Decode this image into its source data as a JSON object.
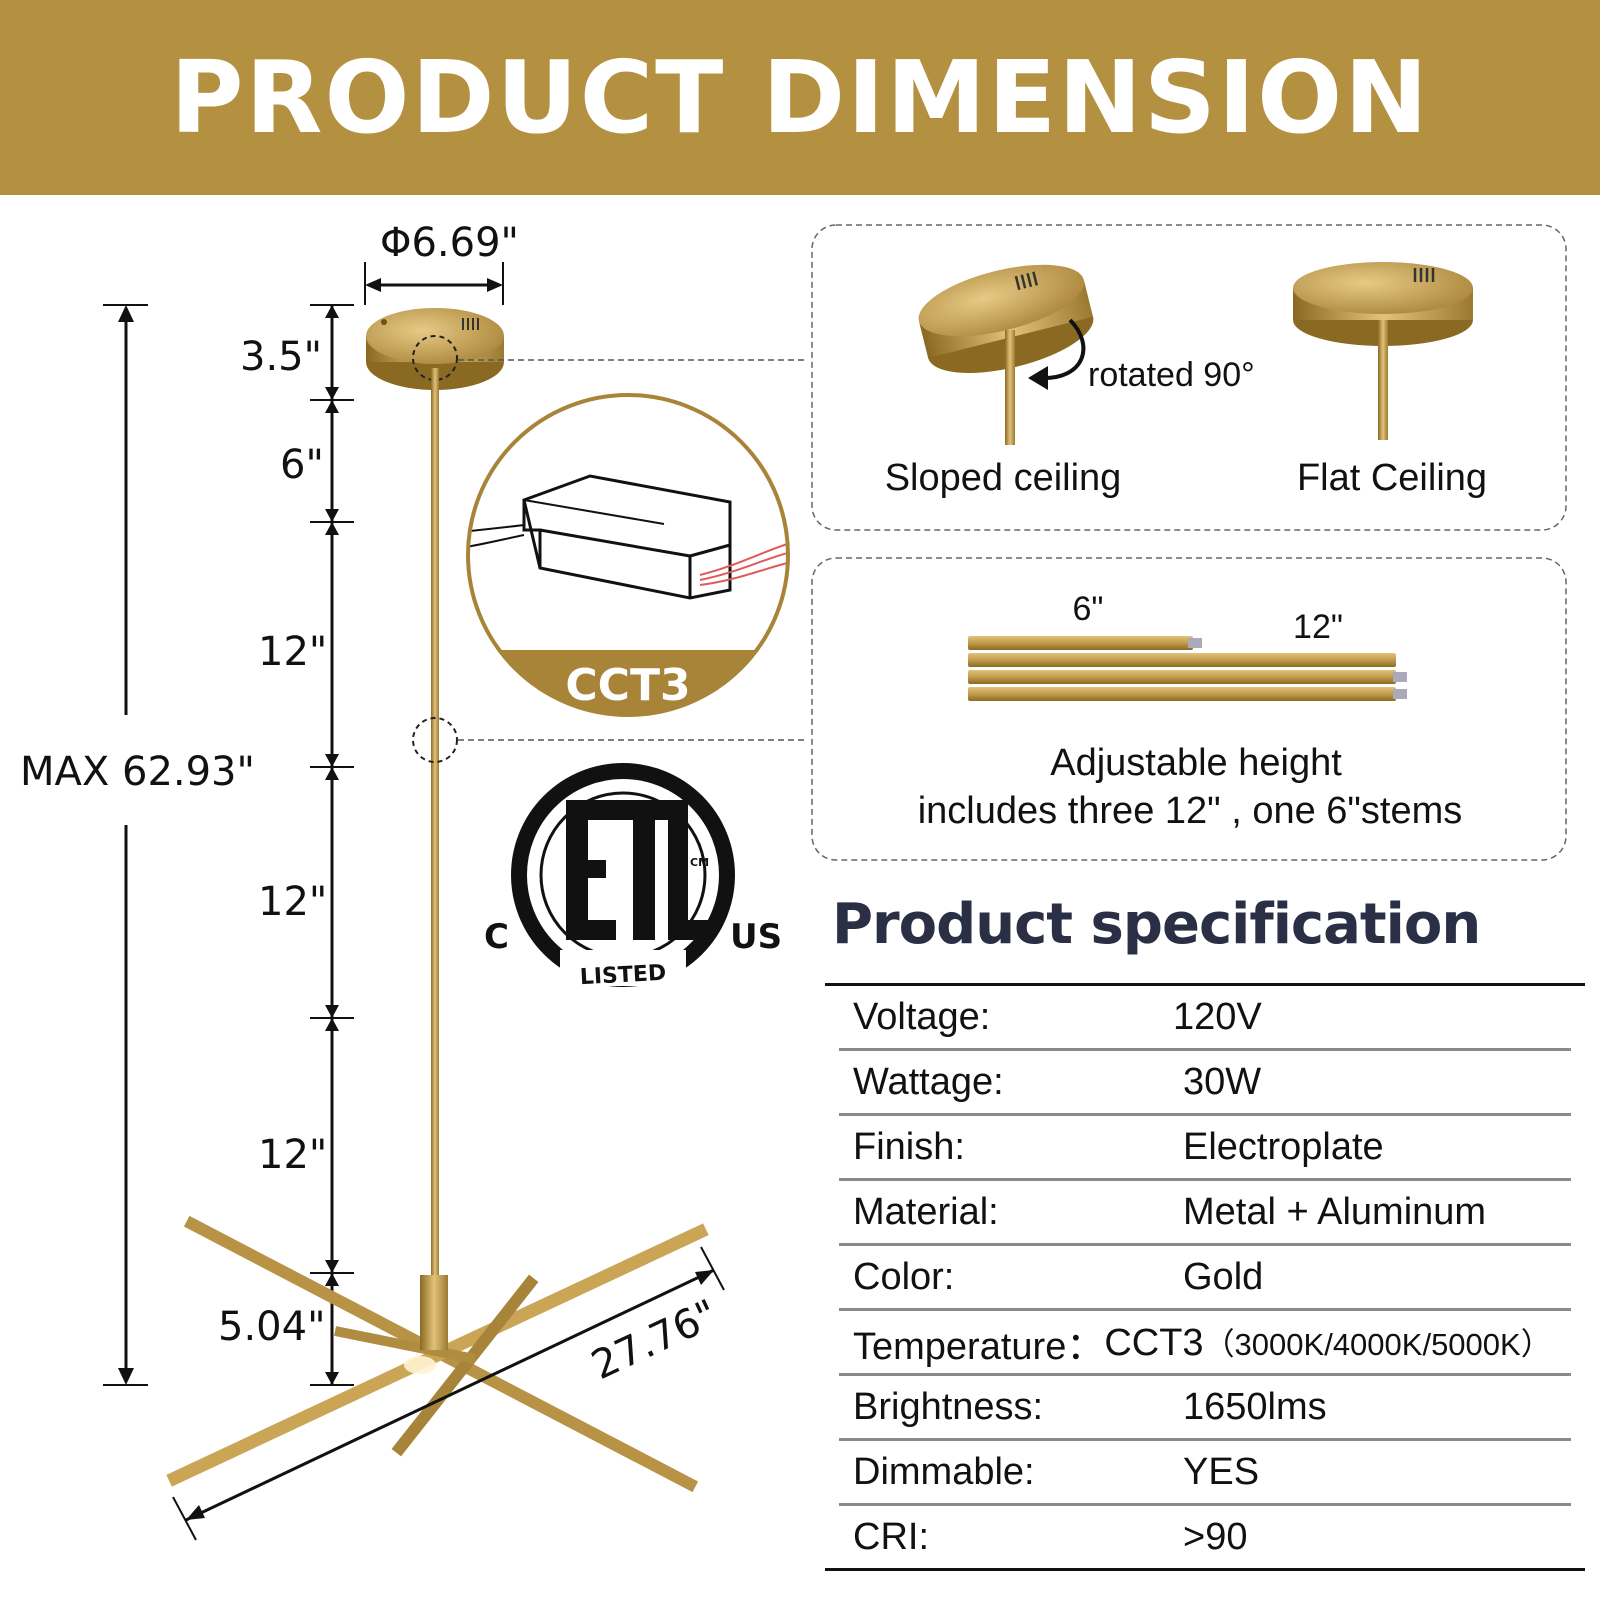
{
  "banner": {
    "title": "PRODUCT DIMENSION"
  },
  "dimensions": {
    "canopy_diameter": "Φ6.69\"",
    "canopy_height": "3.5\"",
    "stem_6": "6\"",
    "stem_12a": "12\"",
    "stem_12b": "12\"",
    "stem_12c": "12\"",
    "fixture_height": "5.04\"",
    "max_height": "MAX 62.93\"",
    "span": "27.76\""
  },
  "driver_badge": {
    "label": "CCT3"
  },
  "certification": {
    "c": "C",
    "us": "US",
    "listed": "LISTED",
    "cm": "CM",
    "logo": "ETL"
  },
  "ceiling_panel": {
    "rotation_note": "rotated 90°",
    "sloped_label": "Sloped ceiling",
    "flat_label": "Flat Ceiling"
  },
  "stems_panel": {
    "short_label": "6\"",
    "long_label": "12\"",
    "caption_line1": "Adjustable height",
    "caption_line2": "includes three 12\" , one 6\"stems"
  },
  "specification": {
    "title": "Product  specification",
    "rows": [
      {
        "label": "Voltage:",
        "value": "120V"
      },
      {
        "label": "Wattage:",
        "value": "30W"
      },
      {
        "label": "Finish:",
        "value": "Electroplate"
      },
      {
        "label": "Material:",
        "value": "Metal + Aluminum"
      },
      {
        "label": "Color:",
        "value": "Gold"
      },
      {
        "label": "Temperature：",
        "value": "CCT3",
        "value_small": "（3000K/4000K/5000K）"
      },
      {
        "label": "Brightness:",
        "value": "1650lms"
      },
      {
        "label": "Dimmable:",
        "value": "YES"
      },
      {
        "label": "CRI:",
        "value": ">90"
      }
    ]
  },
  "colors": {
    "gold": "#b49140",
    "dark_gold": "#8a6a22",
    "spec_title": "#2a2f45"
  }
}
